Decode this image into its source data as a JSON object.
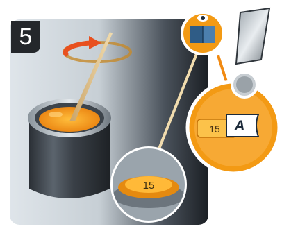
{
  "step": {
    "number": "5"
  },
  "paint_lid": {
    "label": "15"
  },
  "callout": {
    "tag_number": "15",
    "flag_letter": "A"
  },
  "icons": [
    "rotating-arrow-icon",
    "instruction-book-icon",
    "eye-icon",
    "hand-icon"
  ],
  "colors": {
    "panel_dark": "#1f2329",
    "panel_light": "#e6ebef",
    "accent_orange": "#f18a12",
    "paint_orange": "#f29a1e",
    "rotation_arrow": "#e8501f",
    "step_badge": "#24272b"
  }
}
